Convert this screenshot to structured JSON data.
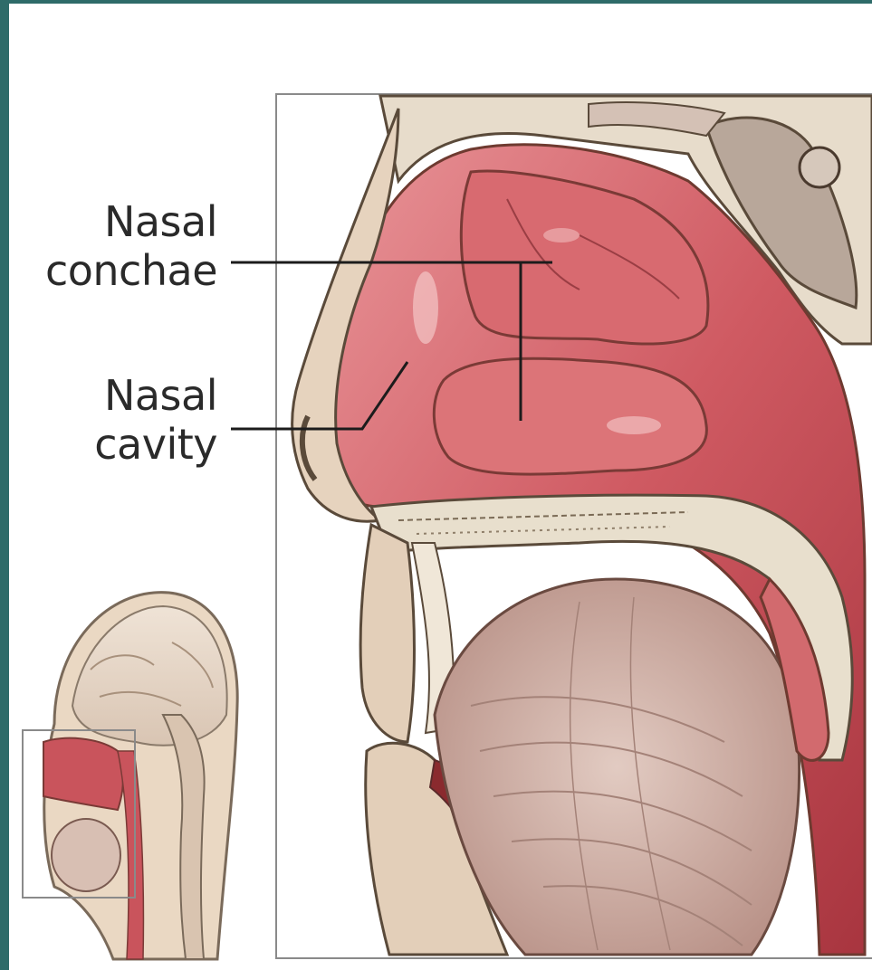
{
  "labels": {
    "nasal_conchae": {
      "line1": "Nasal",
      "line2": "conchae"
    },
    "nasal_cavity": {
      "line1": "Nasal",
      "line2": "cavity"
    }
  },
  "colors": {
    "frame": "#2f6e6b",
    "mucosa": "#c8505a",
    "mucosa_light": "#e28a8e",
    "bone": "#e9e0cf",
    "tongue": "#c9aaa0",
    "skin": "#e8d7c2"
  }
}
